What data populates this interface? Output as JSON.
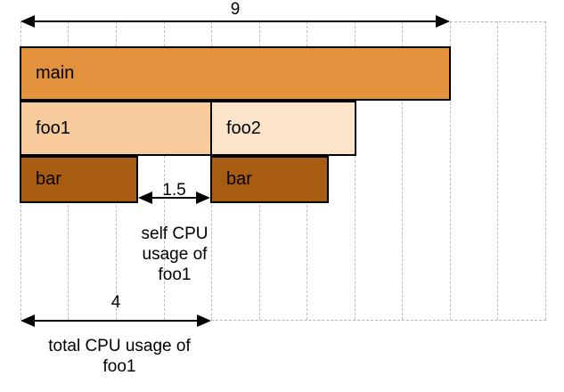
{
  "diagram": {
    "kind": "flame-graph-cpu-usage-diagram",
    "units_total": 9,
    "grid_unit_count": 11
  },
  "frames": [
    {
      "name": "main",
      "label": "main",
      "depth": 0,
      "start": 0,
      "end": 9,
      "fill": "#e2913d"
    },
    {
      "name": "foo1",
      "label": "foo1",
      "depth": 1,
      "start": 0,
      "end": 4,
      "fill": "#f8cb9d"
    },
    {
      "name": "foo2",
      "label": "foo2",
      "depth": 1,
      "start": 4,
      "end": 7,
      "fill": "#fbe4c9"
    },
    {
      "name": "bar-left",
      "label": "bar",
      "depth": 2,
      "start": 0,
      "end": 2.5,
      "fill": "#a85c12"
    },
    {
      "name": "bar-right",
      "label": "bar",
      "depth": 2,
      "start": 4,
      "end": 6.5,
      "fill": "#a85c12"
    }
  ],
  "measurements": {
    "total_program": {
      "value": "9"
    },
    "self_foo1": {
      "value": "1.5",
      "caption": "self CPU\nusage of\nfoo1"
    },
    "total_foo1": {
      "value": "4",
      "caption": "total CPU usage of\nfoo1"
    }
  },
  "colors": {
    "border": "#000000",
    "gridline": "#bdbdbd",
    "arrow": "#000000",
    "background": "#ffffff",
    "frame_main": "#e2913d",
    "frame_foo1": "#f8cb9d",
    "frame_foo2": "#fbe4c9",
    "frame_bar": "#a85c12"
  }
}
